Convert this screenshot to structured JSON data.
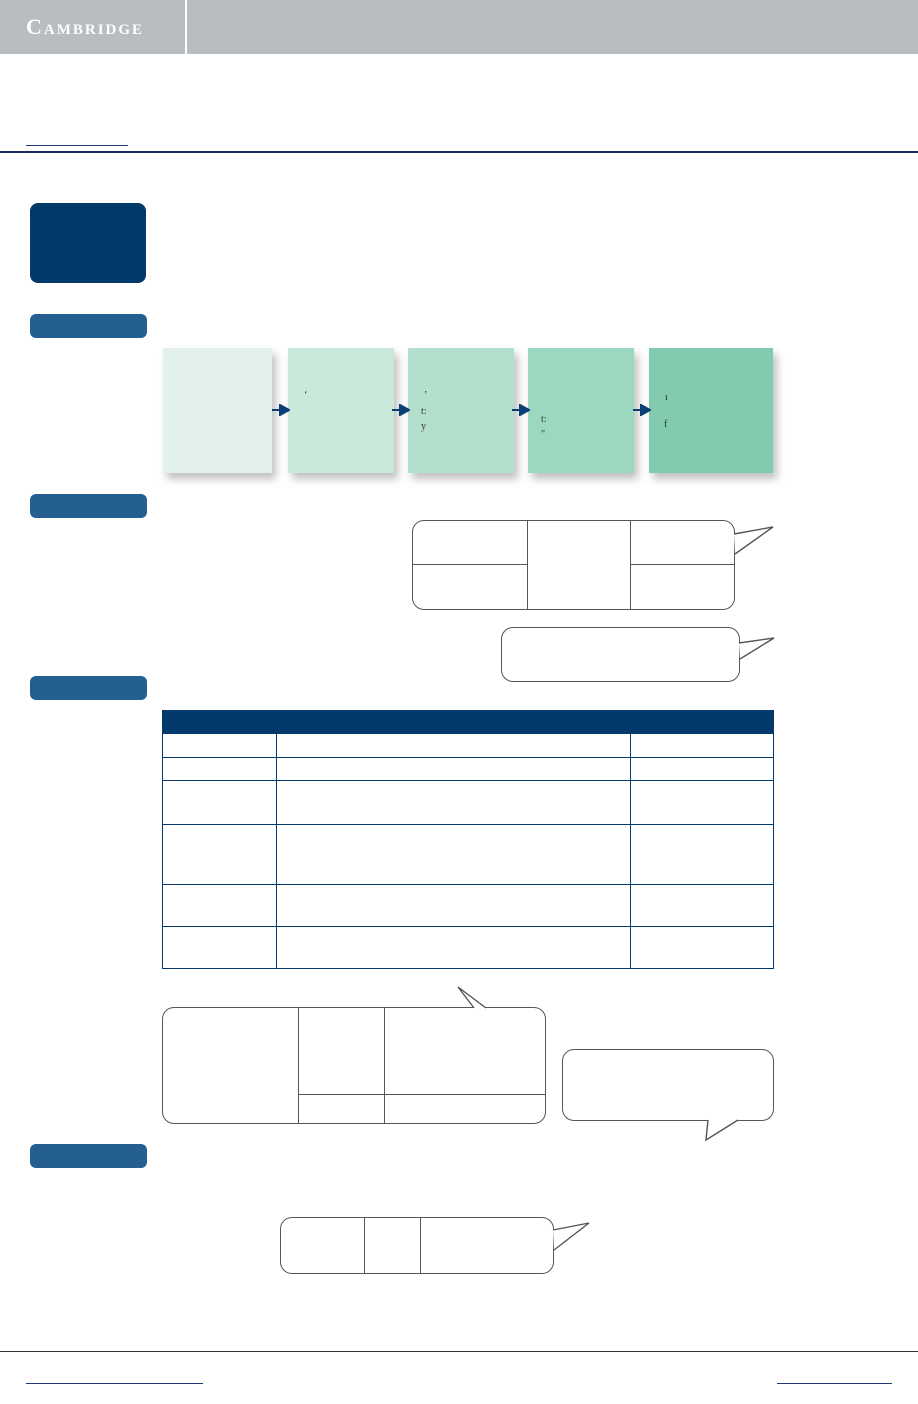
{
  "header": {
    "logo_text": "Cambridge",
    "brand_color": "#b9bcc0",
    "accent_color": "#04396b"
  },
  "flow": {
    "box_colors": [
      "#e2f2eb",
      "#c9e9da",
      "#b2e0cc",
      "#9cd8bf",
      "#82cbae"
    ],
    "box_fragments": [
      [],
      [
        "‘"
      ],
      [
        "’",
        "t:",
        "y"
      ],
      [
        "t:",
        "\""
      ],
      [
        "ı",
        "f"
      ]
    ]
  },
  "section_tab_color": "#255f92"
}
